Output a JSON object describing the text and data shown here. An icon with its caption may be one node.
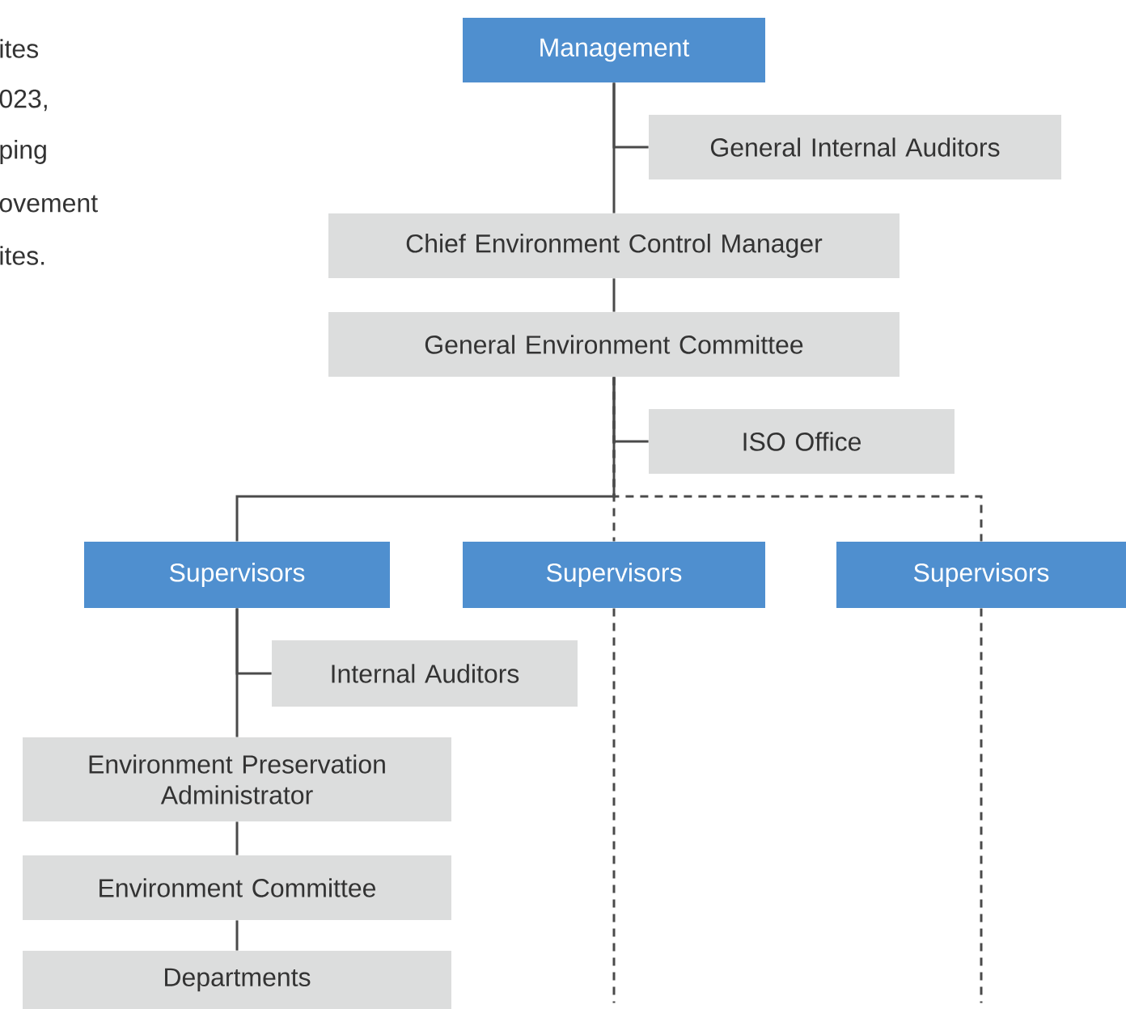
{
  "diagram": {
    "nodes": [
      {
        "text": [
          "Management"
        ]
      },
      {
        "text": [
          "General Internal Auditors"
        ]
      },
      {
        "text": [
          "Chief Environment Control Manager"
        ]
      },
      {
        "text": [
          "General Environment Committee"
        ]
      },
      {
        "text": [
          "ISO Office"
        ]
      },
      {
        "text": [
          "Supervisors"
        ]
      },
      {
        "text": [
          "Supervisors"
        ]
      },
      {
        "text": [
          "Supervisors"
        ]
      },
      {
        "text": [
          "Internal Auditors"
        ]
      },
      {
        "text": [
          "Environment Preservation Administrator"
        ]
      },
      {
        "text": [
          "Environment Committee"
        ]
      },
      {
        "text": [
          "Departments"
        ]
      }
    ],
    "edges": [
      {
        "from": 0,
        "to": 1,
        "arrow": "none"
      },
      {
        "from": 0,
        "to": 2,
        "arrow": "none"
      },
      {
        "from": 2,
        "to": 3,
        "arrow": "none"
      },
      {
        "from": 3,
        "to": 4,
        "arrow": "none"
      },
      {
        "from": 3,
        "to": 5,
        "arrow": "none"
      },
      {
        "from": 3,
        "to": 6,
        "arrow": "none",
        "style": "dashed"
      },
      {
        "from": 3,
        "to": 7,
        "arrow": "none",
        "style": "dashed"
      },
      {
        "from": 5,
        "to": 8,
        "arrow": "none"
      },
      {
        "from": 5,
        "to": 9,
        "arrow": "none"
      },
      {
        "from": 9,
        "to": 10,
        "arrow": "none"
      },
      {
        "from": 10,
        "to": 11,
        "arrow": "none"
      },
      {
        "from": 6,
        "to": null,
        "arrow": "none",
        "style": "dashed"
      },
      {
        "from": 7,
        "to": null,
        "arrow": "none",
        "style": "dashed"
      }
    ],
    "labels": [
      "ites",
      "023,",
      "ping",
      "ovement",
      "ites."
    ]
  }
}
